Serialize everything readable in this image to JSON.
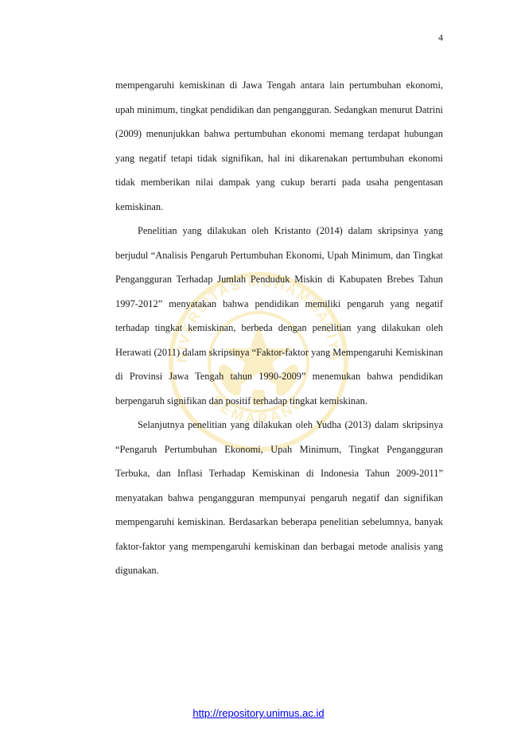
{
  "page": {
    "number": "4"
  },
  "watermark": {
    "top_text": "UNIVERSITAS MUHAMMADIYAH",
    "bottom_text": "SEMARANG",
    "color": "#e8b400"
  },
  "paragraphs": [
    "mempengaruhi kemiskinan di Jawa Tengah antara lain pertumbuhan ekonomi, upah minimum, tingkat pendidikan dan pengangguran. Sedangkan menurut Datrini (2009) menunjukkan bahwa pertumbuhan ekonomi memang terdapat hubungan yang negatif tetapi tidak signifikan, hal ini dikarenakan pertumbuhan ekonomi tidak memberikan nilai dampak yang cukup berarti pada usaha pengentasan kemiskinan.",
    "Penelitian yang dilakukan oleh Kristanto (2014) dalam skripsinya yang berjudul “Analisis Pengaruh Pertumbuhan Ekonomi, Upah Minimum, dan Tingkat Pengangguran Terhadap Jumlah Penduduk Miskin di Kabupaten Brebes Tahun 1997-2012” menyatakan bahwa pendidikan memiliki pengaruh yang negatif terhadap tingkat kemiskinan, berbeda dengan penelitian yang dilakukan oleh Herawati (2011) dalam skripsinya “Faktor-faktor yang Mempengaruhi Kemiskinan di Provinsi Jawa Tengah tahun 1990-2009” menemukan bahwa pendidikan berpengaruh signifikan dan positif terhadap tingkat kemiskinan.",
    "Selanjutnya penelitian yang dilakukan oleh Yudha (2013) dalam skripsinya “Pengaruh Pertumbuhan Ekonomi, Upah Minimum, Tingkat Pengangguran Terbuka, dan Inflasi Terhadap Kemiskinan di Indonesia Tahun 2009-2011” menyatakan bahwa pengangguran mempunyai pengaruh negatif dan signifikan mempengaruhi kemiskinan. Berdasarkan beberapa penelitian sebelumnya, banyak faktor-faktor yang mempengaruhi kemiskinan dan berbagai metode analisis yang digunakan."
  ],
  "footer": {
    "link_text": "http://repository.unimus.ac.id",
    "link_color": "#0000ee"
  }
}
